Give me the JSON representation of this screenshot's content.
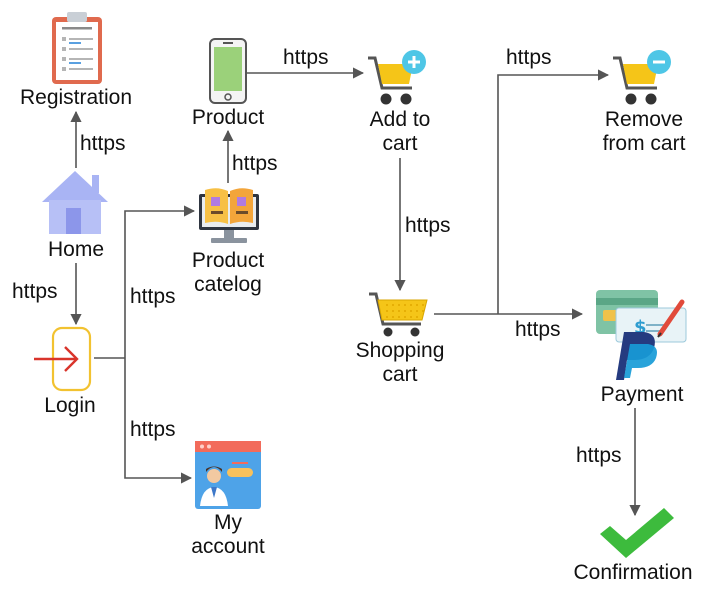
{
  "nodes": {
    "registration": {
      "label": "Registration"
    },
    "home": {
      "label": "Home"
    },
    "login": {
      "label": "Login"
    },
    "product": {
      "label": "Product"
    },
    "product_catalog": {
      "line1": "Product",
      "line2": "catelog"
    },
    "my_account": {
      "line1": "My",
      "line2": "account"
    },
    "add_to_cart": {
      "line1": "Add to",
      "line2": "cart"
    },
    "shopping_cart": {
      "line1": "Shopping",
      "line2": "cart"
    },
    "remove_from_cart": {
      "line1": "Remove",
      "line2": "from cart"
    },
    "payment": {
      "label": "Payment"
    },
    "confirmation": {
      "label": "Confirmation"
    }
  },
  "edges": {
    "home_to_registration": "https",
    "home_to_login": "https",
    "login_to_catalog": "https",
    "login_to_account": "https",
    "catalog_to_product": "https",
    "product_to_add_cart": "https",
    "add_cart_to_shopping_cart": "https",
    "shopping_cart_to_remove": "https",
    "shopping_cart_to_payment": "https",
    "payment_to_confirmation": "https"
  },
  "colors": {
    "connector": "#555555",
    "home_icon": "#9aa6ee",
    "login_frame": "#f2c230",
    "login_arrow": "#d9342b",
    "cart_basket": "#f5c518",
    "confirm_check": "#3dbb3d",
    "paypal_dark": "#253b80",
    "paypal_light": "#179bd7"
  },
  "icons": {
    "registration": "clipboard-icon",
    "home": "house-icon",
    "login": "login-door-icon",
    "product": "smartphone-icon",
    "catalog": "monitor-book-icon",
    "account": "profile-card-icon",
    "add_to_cart": "cart-plus-icon",
    "shopping_cart": "shopping-cart-icon",
    "remove_from_cart": "cart-minus-icon",
    "payment": "card-paypal-icon",
    "confirmation": "checkmark-icon"
  }
}
